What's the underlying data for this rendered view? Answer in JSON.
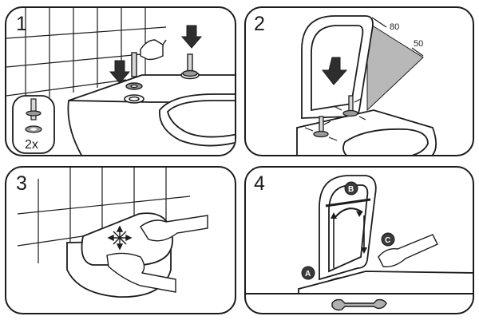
{
  "steps": [
    {
      "number": "1",
      "callout_text": "2x"
    },
    {
      "number": "2",
      "dimension_top": "80",
      "dimension_side": "50"
    },
    {
      "number": "3"
    },
    {
      "number": "4",
      "markers": [
        "A",
        "B",
        "C"
      ]
    }
  ],
  "colors": {
    "line": "#1c1c1c",
    "arrow_fill": "#2e2e2e",
    "shade": "#b8b8b8",
    "badge": "#3a3a3a"
  }
}
